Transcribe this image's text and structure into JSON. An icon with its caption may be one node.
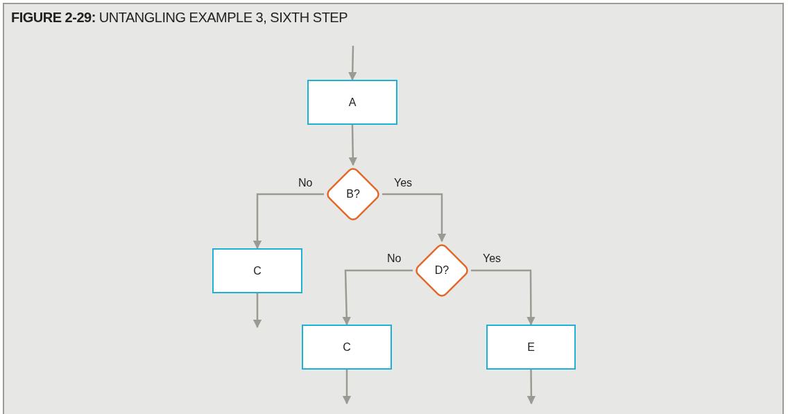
{
  "diagram": {
    "title": "**FIGURE 2-29:** UNTANGLING EXAMPLE 3, SIXTH STEP",
    "nodes": [
      {
        "text": [
          "A"
        ]
      },
      {
        "text": [
          "B?"
        ]
      },
      {
        "text": [
          "C"
        ]
      },
      {
        "text": [
          "D?"
        ]
      },
      {
        "text": [
          "C"
        ]
      },
      {
        "text": [
          "E"
        ]
      }
    ],
    "edges": [
      {
        "from": null,
        "to": 0,
        "arrow": "to"
      },
      {
        "from": 0,
        "to": 1,
        "arrow": "to"
      },
      {
        "from": 1,
        "to": 2,
        "arrow": "to",
        "label": "No"
      },
      {
        "from": 1,
        "to": 3,
        "arrow": "to",
        "label": "Yes"
      },
      {
        "from": 3,
        "to": 4,
        "arrow": "to",
        "label": "No"
      },
      {
        "from": 3,
        "to": 5,
        "arrow": "to",
        "label": "Yes"
      },
      {
        "from": 2,
        "to": null,
        "arrow": "to"
      },
      {
        "from": 4,
        "to": null,
        "arrow": "to"
      },
      {
        "from": 5,
        "to": null,
        "arrow": "to"
      }
    ]
  }
}
